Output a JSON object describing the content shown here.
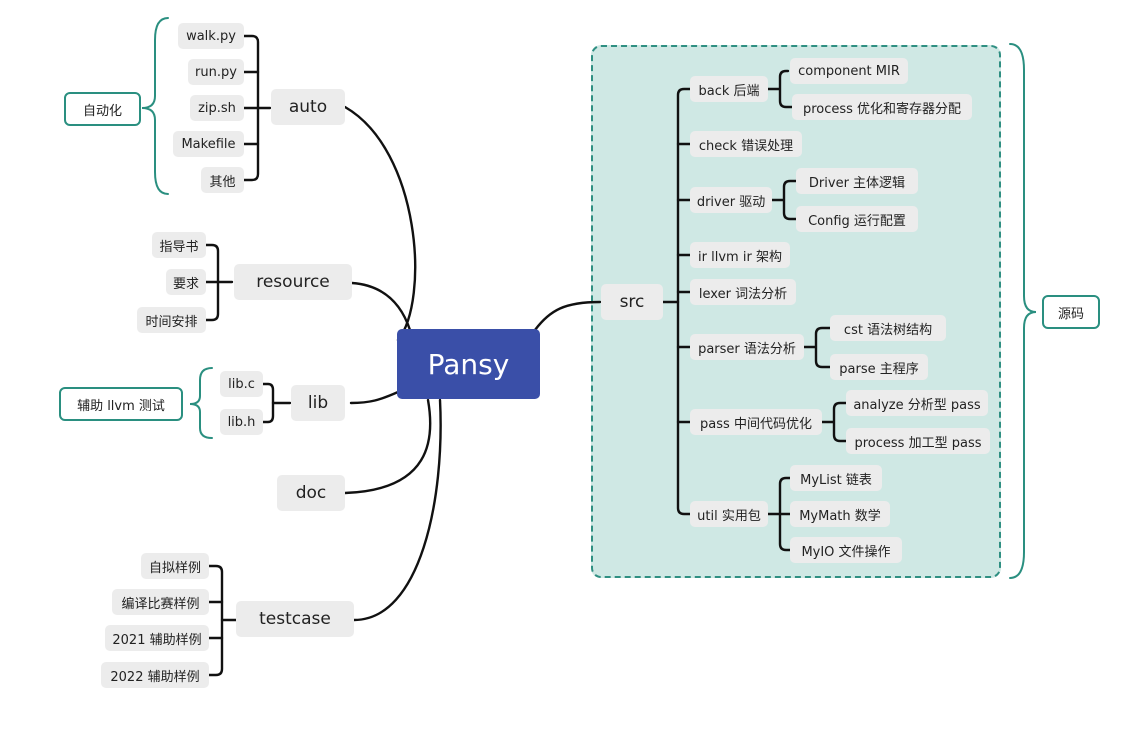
{
  "root": "Pansy",
  "branches": {
    "auto": {
      "label": "auto",
      "items": [
        "walk.py",
        "run.py",
        "zip.sh",
        "Makefile",
        "其他"
      ],
      "note": "自动化"
    },
    "resource": {
      "label": "resource",
      "items": [
        "指导书",
        "要求",
        "时间安排"
      ]
    },
    "lib": {
      "label": "lib",
      "items": [
        "lib.c",
        "lib.h"
      ],
      "note": "辅助 llvm 测试"
    },
    "doc": {
      "label": "doc"
    },
    "testcase": {
      "label": "testcase",
      "items": [
        "自拟样例",
        "编译比赛样例",
        "2021 辅助样例",
        "2022 辅助样例"
      ]
    },
    "src": {
      "label": "src",
      "note": "源码",
      "items": [
        {
          "label": "back 后端",
          "children": [
            "component MIR",
            "process 优化和寄存器分配"
          ]
        },
        {
          "label": "check 错误处理"
        },
        {
          "label": "driver 驱动",
          "children": [
            "Driver 主体逻辑",
            "Config 运行配置"
          ]
        },
        {
          "label": "ir llvm ir 架构"
        },
        {
          "label": "lexer 词法分析"
        },
        {
          "label": "parser 语法分析",
          "children": [
            "cst 语法树结构",
            "parse 主程序"
          ]
        },
        {
          "label": "pass 中间代码优化",
          "children": [
            "analyze 分析型 pass",
            "process 加工型 pass"
          ]
        },
        {
          "label": "util 实用包",
          "children": [
            "MyList 链表",
            "MyMath 数学",
            "MyIO 文件操作"
          ]
        }
      ]
    }
  },
  "colors": {
    "root_fill": "#3a4fa8",
    "accent": "#2a8f80",
    "src_region": "#cfe8e4",
    "node_fill": "#ececec"
  }
}
